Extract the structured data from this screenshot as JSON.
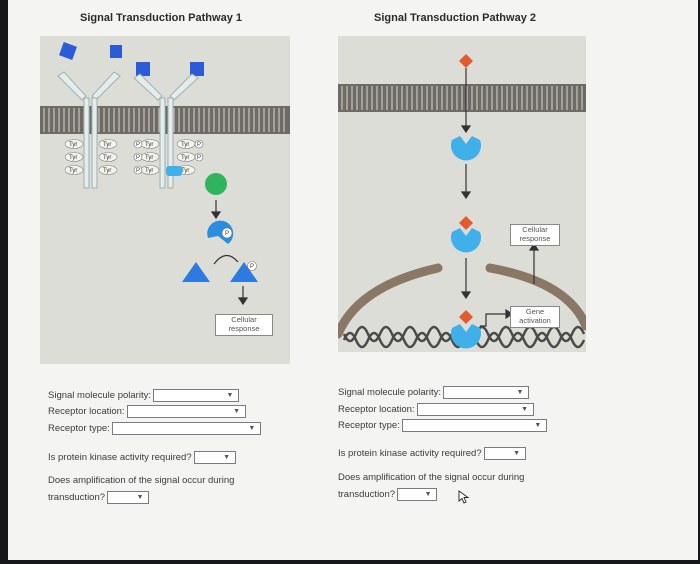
{
  "pathway1": {
    "title": "Signal Transduction Pathway 1",
    "tyr_left": [
      "Tyr",
      "Tyr",
      "Tyr"
    ],
    "tyr_right": [
      "Tyr",
      "Tyr",
      "Tyr"
    ],
    "phospho_symbol": "P",
    "cellular_response": "Cellular response"
  },
  "pathway2": {
    "title": "Signal Transduction Pathway 2",
    "cellular_response": "Cellular response",
    "gene_activation": "Gene activation"
  },
  "form": {
    "polarity_label": "Signal molecule polarity:",
    "location_label": "Receptor location:",
    "type_label": "Receptor type:",
    "kinase_label": "Is protein kinase activity required?",
    "amplification_line1": "Does amplification of the signal occur during",
    "amplification_line2": "transduction?",
    "dropdown_arrow": "▼"
  },
  "colors": {
    "signal_blue": "#2b5bd6",
    "receptor_light": "#e4ecec",
    "gprotein_green": "#2fb35b",
    "kinase_blue": "#2a8de0",
    "triangle_blue": "#2d7be0",
    "steroid_orange": "#e35b2c",
    "receptor2_blue": "#3fb0ea",
    "membrane_brown": "#8a7867"
  }
}
